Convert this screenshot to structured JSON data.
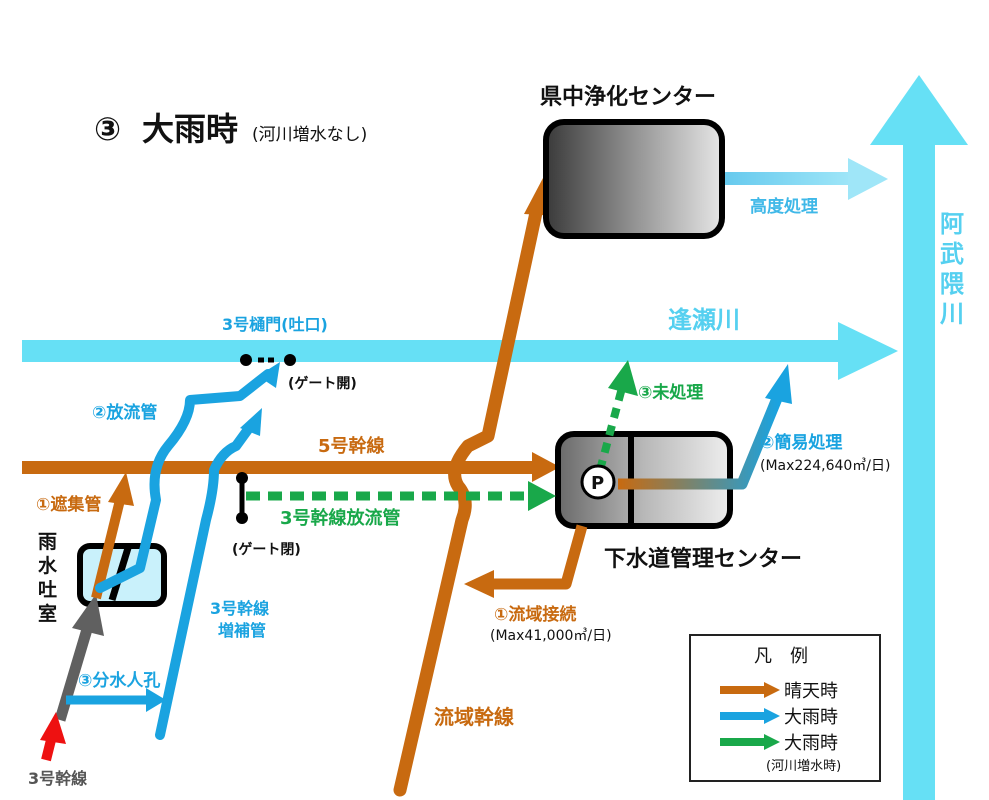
{
  "title": {
    "marker": "③",
    "main": "大雨時",
    "sub": "(河川増水なし)"
  },
  "facilities": {
    "prefecture_center": "県中浄化センター",
    "sewer_center": "下水道管理センター",
    "pump": "P",
    "rain_chamber": [
      "雨",
      "水",
      "吐",
      "室"
    ]
  },
  "rivers": {
    "ouse": "逢瀬川",
    "abukuma": [
      "阿",
      "武",
      "隈",
      "川"
    ]
  },
  "labels": {
    "advanced_treatment": "高度処理",
    "gate3": "3号樋門(吐口)",
    "gate_open": "(ゲート開)",
    "gate_closed": "(ゲート閉)",
    "discharge_pipe": "②放流管",
    "trunk5": "5号幹線",
    "intercept_pipe": "①遮集管",
    "trunk3_discharge": "3号幹線放流管",
    "trunk3_aux": [
      "3号幹線",
      "増補管"
    ],
    "split_manhole": "③分水人孔",
    "trunk3": "3号幹線",
    "regional_trunk": "流域幹線",
    "regional_connection": "①流域接続",
    "regional_capacity": "(Max41,000㎥/日)",
    "untreated": "③未処理",
    "simple_treatment": "②簡易処理",
    "simple_capacity": "(Max224,640㎥/日)"
  },
  "legend": {
    "title": "凡　例",
    "items": [
      {
        "label": "晴天時",
        "sub": "",
        "color": "#c86a10"
      },
      {
        "label": "大雨時",
        "sub": "",
        "color": "#1aa3e0"
      },
      {
        "label": "大雨時",
        "sub": "(河川増水時)",
        "color": "#19a84a"
      }
    ]
  },
  "colors": {
    "dry_weather": "#c86a10",
    "heavy_rain": "#1aa3e0",
    "heavy_rain_flood": "#19a84a",
    "river": "#66e0f5",
    "trunk3": "#606060",
    "inflow": "#ee1111"
  }
}
